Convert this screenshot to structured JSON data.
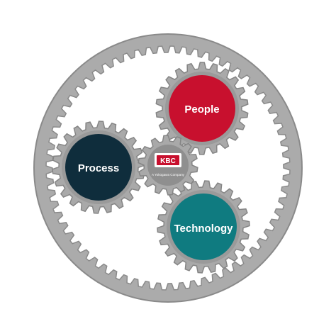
{
  "diagram": {
    "gears": [
      {
        "id": "people",
        "label": "People",
        "color": "#c8102e"
      },
      {
        "id": "process",
        "label": "Process",
        "color": "#0f2d3c"
      },
      {
        "id": "technology",
        "label": "Technology",
        "color": "#0f7b80"
      }
    ],
    "center": {
      "logo_text": "KBC",
      "tagline": "A Yokogawa Company",
      "logo_color": "#c8102e"
    },
    "colors": {
      "ring_fill": "#ababab",
      "ring_stroke": "#8a8a8a",
      "gear_fill": "#a9a9a9",
      "gear_stroke": "#858585"
    }
  }
}
